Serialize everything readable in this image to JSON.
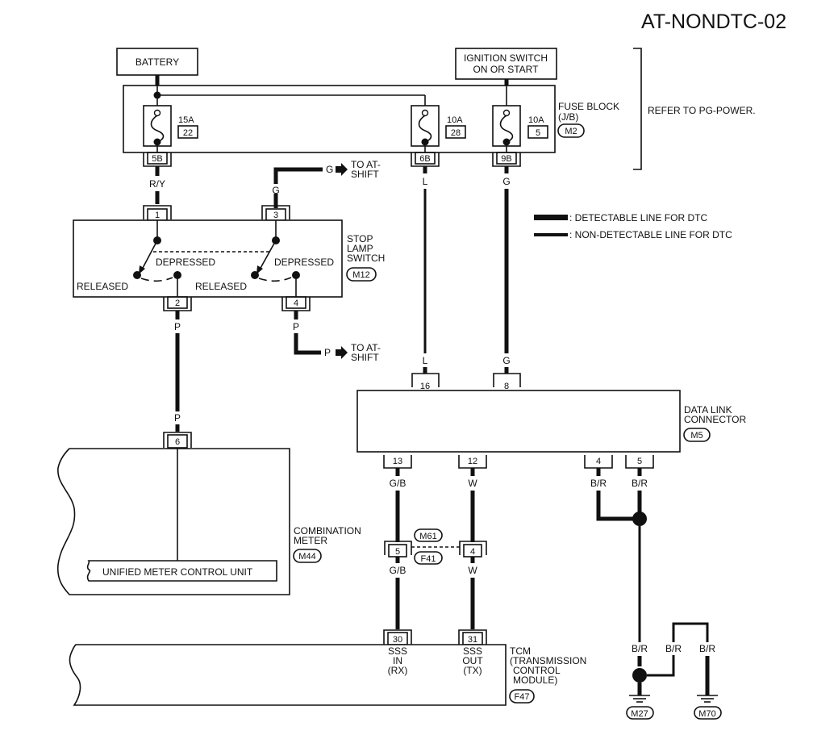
{
  "page_id": "AT-NONDTC-02",
  "components": {
    "battery": "BATTERY",
    "ignition_switch": [
      "IGNITION SWITCH",
      "ON OR START"
    ],
    "fuse_block": {
      "label": [
        "FUSE BLOCK",
        "(J/B)"
      ],
      "connector": "M2",
      "fuses": [
        {
          "rating": "15A",
          "number": "22",
          "terminal": "5B"
        },
        {
          "rating": "10A",
          "number": "28",
          "terminal": "6B"
        },
        {
          "rating": "10A",
          "number": "5",
          "terminal": "9B"
        }
      ]
    },
    "power_note": "REFER TO PG-POWER.",
    "stop_lamp_switch": {
      "label": [
        "STOP",
        "LAMP",
        "SWITCH"
      ],
      "connector": "M12",
      "terminals": [
        "1",
        "3",
        "2",
        "4"
      ],
      "states": {
        "released": "RELEASED",
        "depressed": "DEPRESSED"
      }
    },
    "data_link_connector": {
      "label": [
        "DATA LINK",
        "CONNECTOR"
      ],
      "connector": "M5",
      "top_terminals": [
        "16",
        "8"
      ],
      "bottom_terminals": [
        "13",
        "12",
        "4",
        "5"
      ]
    },
    "combination_meter": {
      "label": [
        "COMBINATION",
        "METER"
      ],
      "connector": "M44",
      "terminal": "6",
      "unit": "UNIFIED METER CONTROL UNIT"
    },
    "joint_connector": {
      "upper": "M61",
      "lower": "F41",
      "terminals": [
        "5",
        "4"
      ]
    },
    "tcm": {
      "label": [
        "TCM",
        "(TRANSMISSION",
        "CONTROL",
        "MODULE)"
      ],
      "connector": "F47",
      "terminals": [
        {
          "number": "30",
          "name": [
            "SSS",
            "IN",
            "(RX)"
          ]
        },
        {
          "number": "31",
          "name": [
            "SSS",
            "OUT",
            "(TX)"
          ]
        }
      ]
    },
    "grounds": [
      "M27",
      "M70"
    ]
  },
  "wires": {
    "ry": "R/Y",
    "g": "G",
    "l": "L",
    "p": "P",
    "gb": "G/B",
    "w": "W",
    "br": "B/R"
  },
  "to_at_shift": [
    "TO AT-",
    "SHIFT"
  ],
  "legend": {
    "detectable": ": DETECTABLE LINE FOR DTC",
    "non_detectable": ": NON-DETECTABLE LINE FOR DTC"
  }
}
